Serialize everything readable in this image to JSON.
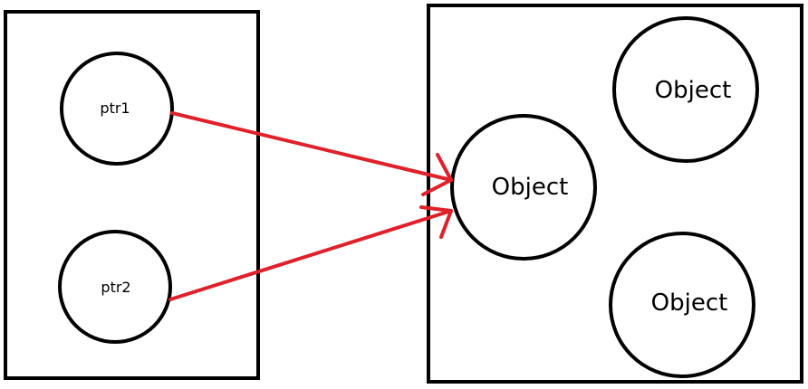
{
  "diagram": {
    "pointers": [
      {
        "label": "ptr1"
      },
      {
        "label": "ptr2"
      }
    ],
    "objects": [
      {
        "label": "Object"
      },
      {
        "label": "Object"
      },
      {
        "label": "Object"
      }
    ],
    "colors": {
      "outline": "#000000",
      "arrow": "#e0202a",
      "background": "#ffffff"
    }
  }
}
